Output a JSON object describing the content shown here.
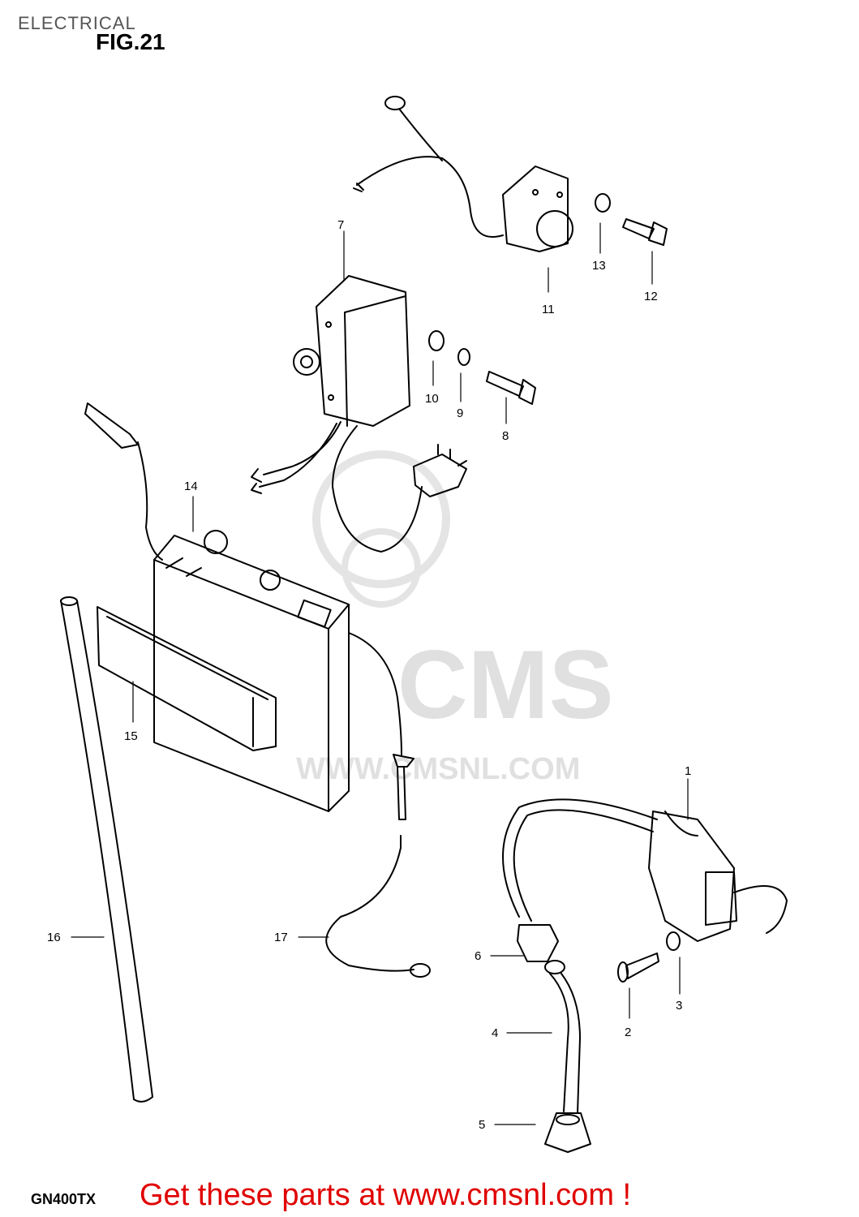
{
  "header": {
    "section": "ELECTRICAL",
    "figure": "FIG.21"
  },
  "watermark": {
    "brand": "CMS",
    "url": "WWW.CMSNL.COM"
  },
  "callouts": [
    "1",
    "2",
    "3",
    "4",
    "5",
    "6",
    "7",
    "8",
    "9",
    "10",
    "11",
    "12",
    "13",
    "14",
    "15",
    "16",
    "17"
  ],
  "footer": {
    "model": "GN400TX",
    "cta": "Get these parts at www.cmsnl.com !"
  },
  "colors": {
    "cta": "#e00000",
    "line": "#000000",
    "watermark": "#d0d0d0"
  }
}
